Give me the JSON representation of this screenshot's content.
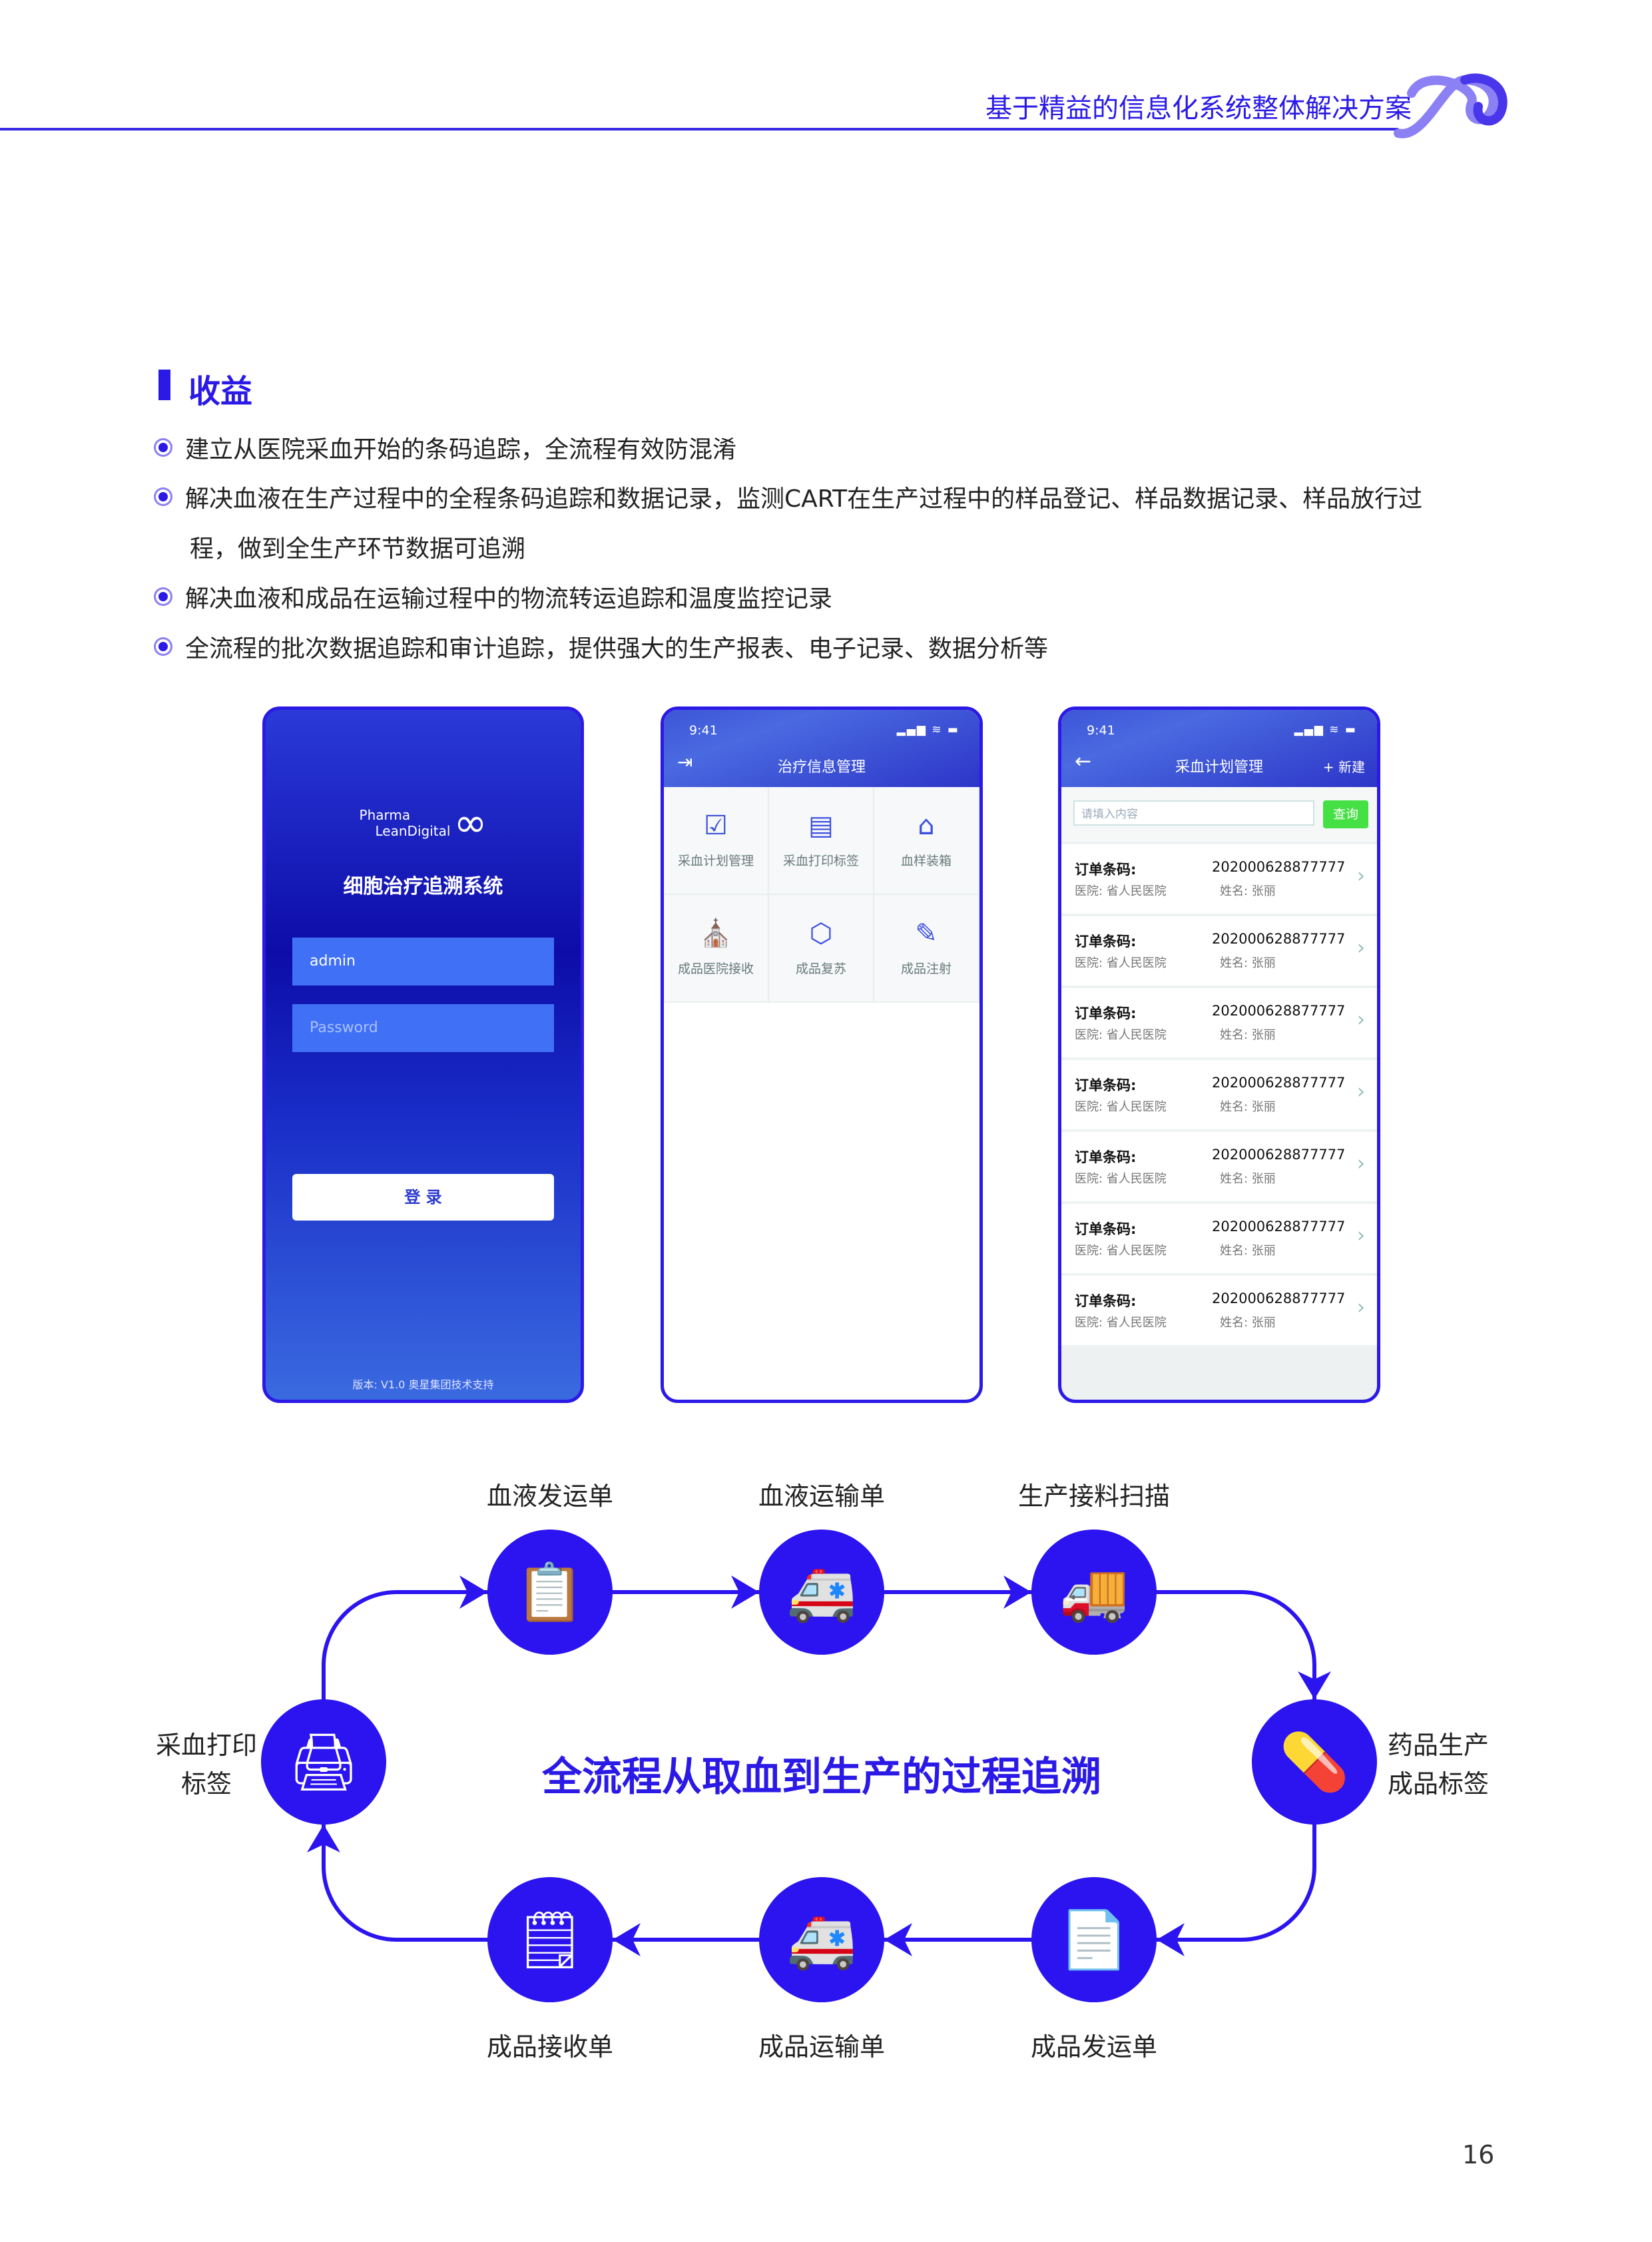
{
  "header": {
    "title": "基于精益的信息化系统整体解决方案"
  },
  "section": {
    "title": "收益",
    "bullets": [
      "建立从医院采血开始的条码追踪，全流程有效防混淆",
      "解决血液在生产过程中的全程条码追踪和数据记录，监测CART在生产过程中的样品登记、样品数据记录、样品放行过",
      "程，做到全生产环节数据可追溯",
      "解决血液和成品在运输过程中的物流转运追踪和温度监控记录",
      "全流程的批次数据追踪和审计追踪，提供强大的生产报表、电子记录、数据分析等"
    ]
  },
  "login_phone": {
    "logo_line1": "Pharma",
    "logo_line2": "LeanDigital",
    "app_title": "细胞治疗追溯系统",
    "username_value": "admin",
    "password_placeholder": "Password",
    "login_button": "登 录",
    "footer": "版本: V1.0 奥星集团技术支持"
  },
  "menu_phone": {
    "time": "9:41",
    "status": "▂▄▆ ≋ ▬",
    "title": "治疗信息管理",
    "items": [
      {
        "label": "采血计划管理",
        "icon": "☑"
      },
      {
        "label": "采血打印标签",
        "icon": "▤"
      },
      {
        "label": "血样装箱",
        "icon": "⌂"
      },
      {
        "label": "成品医院接收",
        "icon": "⛪"
      },
      {
        "label": "成品复苏",
        "icon": "⬡"
      },
      {
        "label": "成品注射",
        "icon": "✎"
      }
    ]
  },
  "list_phone": {
    "time": "9:41",
    "status": "▂▄▆ ≋ ▬",
    "title": "采血计划管理",
    "new_button": "+ 新建",
    "search_placeholder": "请填入内容",
    "search_button": "查询",
    "rows": [
      {
        "key": "订单条码:",
        "code": "202000628877777",
        "hospital": "医院: 省人民医院",
        "name": "姓名: 张丽"
      },
      {
        "key": "订单条码:",
        "code": "202000628877777",
        "hospital": "医院: 省人民医院",
        "name": "姓名: 张丽"
      },
      {
        "key": "订单条码:",
        "code": "202000628877777",
        "hospital": "医院: 省人民医院",
        "name": "姓名: 张丽"
      },
      {
        "key": "订单条码:",
        "code": "202000628877777",
        "hospital": "医院: 省人民医院",
        "name": "姓名: 张丽"
      },
      {
        "key": "订单条码:",
        "code": "202000628877777",
        "hospital": "医院: 省人民医院",
        "name": "姓名: 张丽"
      },
      {
        "key": "订单条码:",
        "code": "202000628877777",
        "hospital": "医院: 省人民医院",
        "name": "姓名: 张丽"
      },
      {
        "key": "订单条码:",
        "code": "202000628877777",
        "hospital": "医院: 省人民医院",
        "name": "姓名: 张丽"
      }
    ]
  },
  "flow": {
    "center_title": "全流程从取血到生产的过程追溯",
    "steps": {
      "blood_dispatch": "血液发运单",
      "blood_transport": "血液运输单",
      "production_scan": "生产接料扫描",
      "drug_label_1": "药品生产",
      "drug_label_2": "成品标签",
      "product_dispatch": "成品发运单",
      "product_transport": "成品运输单",
      "product_receipt": "成品接收单",
      "print_label_1": "采血打印",
      "print_label_2": "标签"
    }
  },
  "page_number": "16",
  "colors": {
    "accent": "#2b1ae6",
    "circle": "#2b14f0",
    "search_button": "#44e044"
  }
}
